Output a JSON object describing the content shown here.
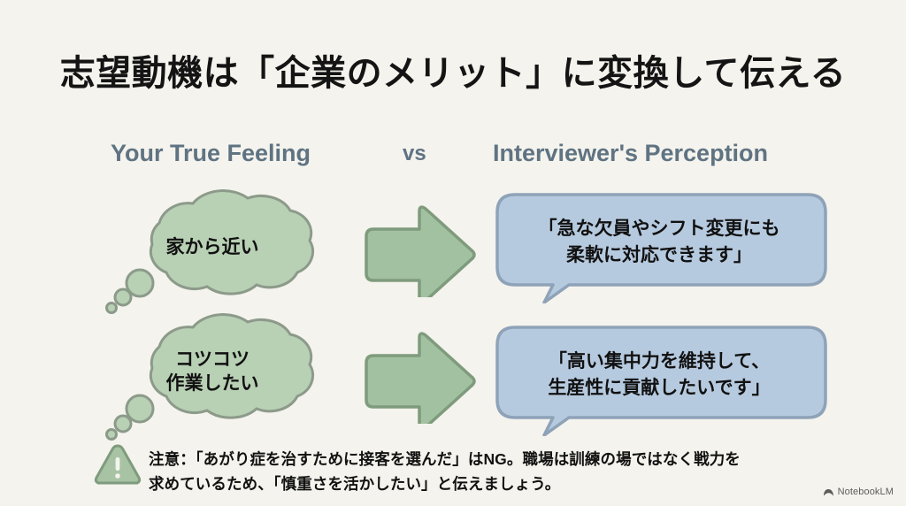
{
  "slide": {
    "title": "志望動機は「企業のメリット」に変換して伝える",
    "background_color": "#f4f3ed"
  },
  "columns": {
    "left_header": "Your True Feeling",
    "separator": "vs",
    "right_header": "Interviewer's Perception",
    "header_color": "#5f7382"
  },
  "rows": [
    {
      "thought": "家から近い",
      "thought_line1": "家から近い",
      "thought_line2": "",
      "arrow": "right-arrow",
      "speech_line1": "「急な欠員やシフト変更にも",
      "speech_line2": "柔軟に対応できます」"
    },
    {
      "thought": "コツコツ 作業したい",
      "thought_line1": "コツコツ",
      "thought_line2": "作業したい",
      "arrow": "right-arrow",
      "speech_line1": "「高い集中力を維持して、",
      "speech_line2": "生産性に貢献したいです」"
    }
  ],
  "note": {
    "icon": "warning-triangle-icon",
    "line1": "注意：「あがり症を治すために接客を選んだ」はNG。職場は訓練の場ではなく戦力を",
    "line2": "求めているため、「慎重さを活かしたい」と伝えましょう。"
  },
  "watermark": {
    "label": "NotebookLM",
    "icon": "notebooklm-icon"
  },
  "colors": {
    "cloud_fill": "#b8d0b4",
    "cloud_stroke": "#8c9a8a",
    "arrow_fill": "#a2c1a0",
    "arrow_stroke": "#7f9b7d",
    "bubble_fill": "#b6cadf",
    "bubble_stroke": "#8ea2b8",
    "text_dark": "#111111"
  }
}
